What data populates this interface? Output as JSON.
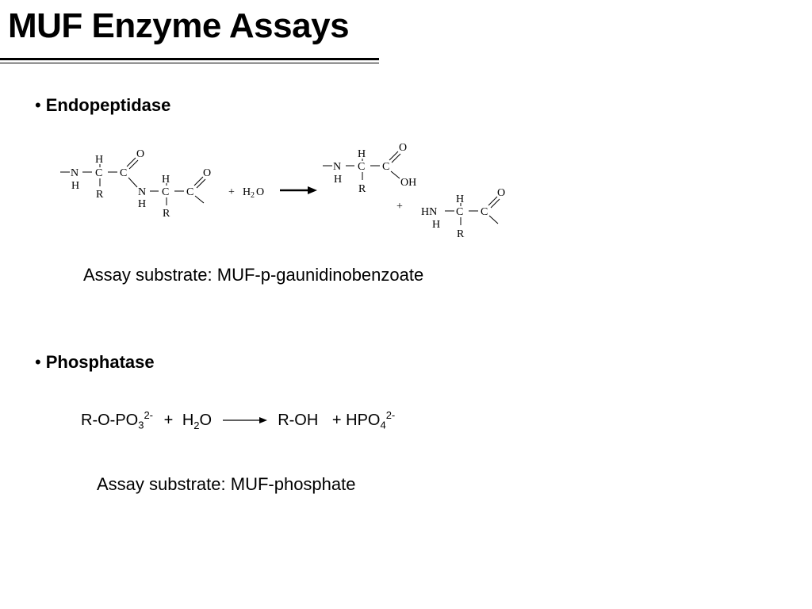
{
  "title": "MUF Enzyme Assays",
  "bullets": {
    "bullet_char": "•",
    "endopeptidase": "Endopeptidase",
    "phosphatase": "Phosphatase"
  },
  "reaction1": {
    "atoms": {
      "N": "N",
      "C": "C",
      "H": "H",
      "O": "O",
      "R": "R",
      "OH": "OH",
      "HN": "HN",
      "plus": "+",
      "h2o_H": "H",
      "h2o_2": "2",
      "h2o_O": "O"
    }
  },
  "assay1": "Assay substrate: MUF-p-gaunidinobenzoate",
  "reaction2": {
    "reactant_base": "R-O-PO",
    "reactant_sub": "3",
    "reactant_sup": "2-",
    "plus1": "+",
    "water_h": "H",
    "water_sub": "2",
    "water_o": "O",
    "product1": "R-OH",
    "plus2": "+",
    "product2_base": "HPO",
    "product2_sub": "4",
    "product2_sup": "2-"
  },
  "assay2": "Assay substrate: MUF-phosphate"
}
